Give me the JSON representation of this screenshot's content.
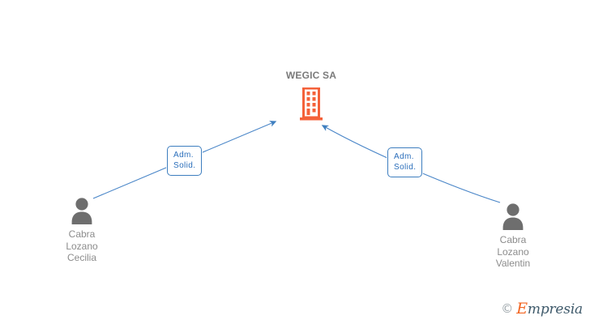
{
  "diagram": {
    "type": "company-relationship-graph",
    "background_color": "#ffffff",
    "company": {
      "name": "WEGIC SA",
      "icon": "building-icon",
      "icon_color": "#f4613a"
    },
    "persons": [
      {
        "id": "person-left",
        "icon": "person-icon",
        "icon_color": "#6e6e6e",
        "name_lines": [
          "Cabra",
          "Lozano",
          "Cecilia"
        ],
        "full_name": "Cabra Lozano Cecilia"
      },
      {
        "id": "person-right",
        "icon": "person-icon",
        "icon_color": "#6e6e6e",
        "name_lines": [
          "Cabra",
          "Lozano",
          "Valentin"
        ],
        "full_name": "Cabra Lozano Valentin"
      }
    ],
    "relations": [
      {
        "id": "relation-left",
        "from": "Cabra Lozano Cecilia",
        "to": "WEGIC SA",
        "line1": "Adm.",
        "line2": "Solid.",
        "label": "Adm. Solid.",
        "edge_color": "#4a86c8"
      },
      {
        "id": "relation-right",
        "from": "Cabra Lozano Valentin",
        "to": "WEGIC SA",
        "line1": "Adm.",
        "line2": "Solid.",
        "label": "Adm. Solid.",
        "edge_color": "#4a86c8"
      }
    ]
  },
  "watermark": {
    "copyright": "©",
    "brand_initial": "E",
    "brand_rest": "mpresia",
    "brand": "Empresia",
    "initial_color": "#f26522",
    "text_color": "#3f5a6b"
  }
}
